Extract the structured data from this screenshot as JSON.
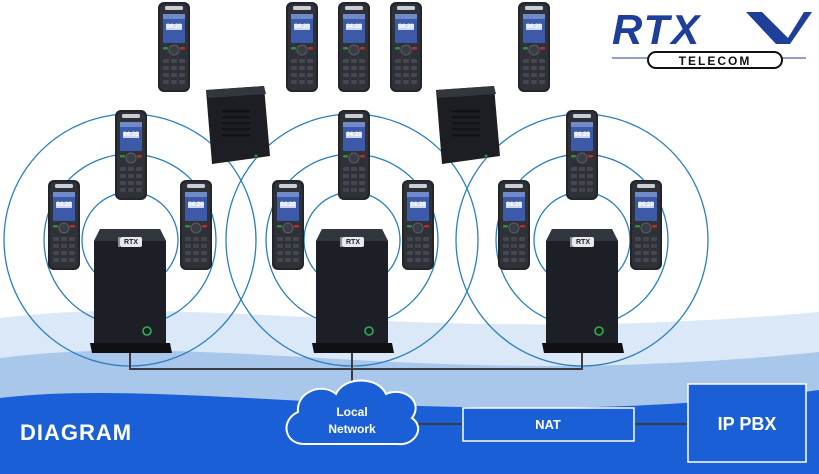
{
  "logo": {
    "brand": "RTX",
    "sub": "TELECOM",
    "colors": {
      "brand": "#1d3f9a",
      "sub_text": "#111111"
    }
  },
  "bottom_label": "DIAGRAM",
  "network": {
    "cloud_label_line1": "Local",
    "cloud_label_line2": "Network",
    "nat_label": "NAT",
    "pbx_label": "IP PBX"
  },
  "device_badge": "RTX",
  "handset_screen": {
    "time": "04:20"
  },
  "colors": {
    "accent_blue": "#1a5fd6",
    "range_ring": "#2a7fc0",
    "base_station": "#1c1f26",
    "handset_body": "#23252b",
    "handset_screen": "#3d5aa8",
    "wave_light": "#dbe8f7",
    "label_white": "#ffffff"
  },
  "icons": {
    "base_station": "dect-base-station-icon",
    "repeater": "dect-repeater-icon",
    "handset": "dect-handset-icon",
    "cloud": "cloud-icon"
  }
}
